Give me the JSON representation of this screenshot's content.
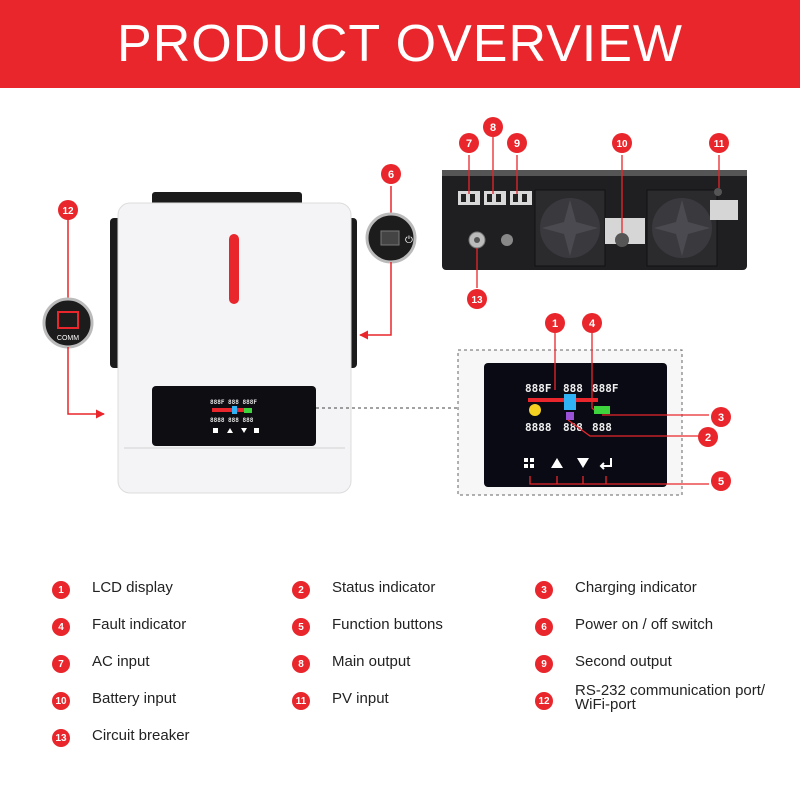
{
  "banner": {
    "title": "PRODUCT OVERVIEW"
  },
  "colors": {
    "accent": "#e8262b",
    "lcd_background": "#0a0a14"
  },
  "front_panel": {
    "comm_label": "COMM"
  },
  "lcd_zoom": {
    "seg_top_left": "888F",
    "seg_top_mid": "888",
    "seg_top_right": "888F",
    "seg_bottom_left": "8888",
    "seg_bottom_mid": "888",
    "seg_bottom_right": "888"
  },
  "callouts": [
    "1",
    "2",
    "3",
    "4",
    "5",
    "6",
    "7",
    "8",
    "9",
    "10",
    "11",
    "12",
    "13"
  ],
  "legend": [
    {
      "num": "1",
      "label": "LCD display"
    },
    {
      "num": "2",
      "label": "Status indicator"
    },
    {
      "num": "3",
      "label": "Charging indicator"
    },
    {
      "num": "4",
      "label": "Fault indicator"
    },
    {
      "num": "5",
      "label": "Function buttons"
    },
    {
      "num": "6",
      "label": "Power on / off switch"
    },
    {
      "num": "7",
      "label": "AC input"
    },
    {
      "num": "8",
      "label": "Main output"
    },
    {
      "num": "9",
      "label": "Second output"
    },
    {
      "num": "10",
      "label": "Battery input"
    },
    {
      "num": "11",
      "label": "PV input"
    },
    {
      "num": "12",
      "label": "RS-232 communication port/ WiFi-port"
    },
    {
      "num": "13",
      "label": "Circuit breaker"
    }
  ]
}
